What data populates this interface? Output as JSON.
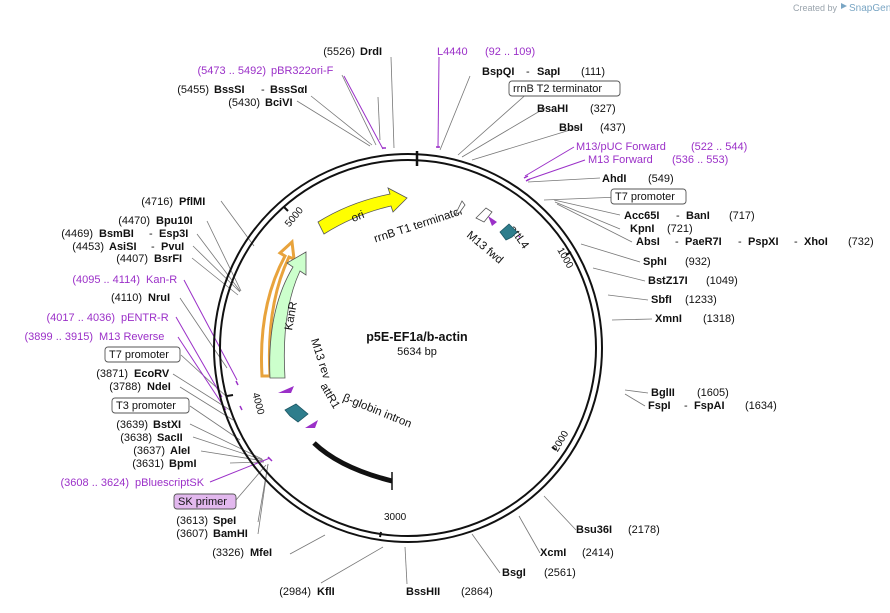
{
  "map": {
    "name": "p5E-EF1a/b-actin",
    "length": "5634 bp"
  },
  "watermark": {
    "created_by": "Created by",
    "brand": "SnapGene"
  },
  "ticks": [
    "1000",
    "2000",
    "3000",
    "4000",
    "5000"
  ],
  "features": {
    "ori": "ori",
    "kanr": "KanR",
    "rrnb_t1": "rrnB T1 terminator",
    "m13_fwd": "M13 fwd",
    "attl4": "attL4",
    "m13_rev": "M13 rev",
    "attr1": "attR1",
    "bglobin": "β-globin intron"
  },
  "labels": {
    "drdi_pos": "(5526)",
    "drdi": "DrdI",
    "l4440": "L4440",
    "l4440_pos": "(92 .. 109)",
    "pbr_pos": "(5473 .. 5492)",
    "pbr": "pBR322ori-F",
    "bspqi": "BspQI",
    "sapi": "SapI",
    "bspqi_sep": "-",
    "bspqi_pos": "(111)",
    "bsssi_pos": "(5455)",
    "bsssi": "BssSI",
    "bsssi_sep": "-",
    "bsssai": "BssSαI",
    "bcivi_pos": "(5430)",
    "bcivi": "BciVI",
    "rrnb_t2": "rrnB T2 terminator",
    "bsahi": "BsaHI",
    "bsahi_pos": "(327)",
    "bbsi": "BbsI",
    "bbsi_pos": "(437)",
    "m13puc": "M13/pUC Forward",
    "m13puc_pos": "(522 .. 544)",
    "m13f": "M13 Forward",
    "m13f_pos": "(536 .. 553)",
    "ahdi": "AhdI",
    "ahdi_pos": "(549)",
    "t7_promoter_a": "T7 promoter",
    "acc65i": "Acc65I",
    "bani": "BanI",
    "acc_sep": "-",
    "acc_pos": "(717)",
    "kpni": "KpnI",
    "kpni_pos": "(721)",
    "absi": "AbsI",
    "paer7i": "PaeR7I",
    "pspxi": "PspXI",
    "xhoi": "XhoI",
    "abs_sep1": "-",
    "abs_sep2": "-",
    "abs_sep3": "-",
    "abs_pos": "(732)",
    "sphi": "SphI",
    "sphi_pos": "(932)",
    "bstz17i": "BstZ17I",
    "bstz17i_pos": "(1049)",
    "sbfi": "SbfI",
    "sbfi_pos": "(1233)",
    "xmni": "XmnI",
    "xmni_pos": "(1318)",
    "bglii": "BglII",
    "bglii_pos": "(1605)",
    "fspi": "FspI",
    "fspai": "FspAI",
    "fsp_sep": "-",
    "fsp_pos": "(1634)",
    "bsu36i": "Bsu36I",
    "bsu36i_pos": "(2178)",
    "xcmi": "XcmI",
    "xcmi_pos": "(2414)",
    "bsgi": "BsgI",
    "bsgi_pos": "(2561)",
    "bsshii": "BssHII",
    "bsshii_pos": "(2864)",
    "kfli_pos": "(2984)",
    "kfli": "KflI",
    "mfei_pos": "(3326)",
    "mfei": "MfeI",
    "bamhi_pos": "(3607)",
    "bamhi": "BamHI",
    "spei_pos": "(3613)",
    "spei": "SpeI",
    "sk_primer": "SK primer",
    "pbsk_pos": "(3608 .. 3624)",
    "pbsk": "pBluescriptSK",
    "bpmi_pos": "(3631)",
    "bpmi": "BpmI",
    "alei_pos": "(3637)",
    "alei": "AleI",
    "sacii_pos": "(3638)",
    "sacii": "SacII",
    "bstxi_pos": "(3639)",
    "bstxi": "BstXI",
    "t3_promoter": "T3 promoter",
    "ndei_pos": "(3788)",
    "ndei": "NdeI",
    "ecorv_pos": "(3871)",
    "ecorv": "EcoRV",
    "t7_promoter_b": "T7 promoter",
    "m13rev_pos": "(3899 .. 3915)",
    "m13rev": "M13 Reverse",
    "pentr_pos": "(4017 .. 4036)",
    "pentr": "pENTR-R",
    "nrui_pos": "(4110)",
    "nrui": "NruI",
    "kanr_pos": "(4095 .. 4114)",
    "kanr_primer": "Kan-R",
    "bsrfi_pos": "(4407)",
    "bsrfi": "BsrFI",
    "asisi_pos": "(4453)",
    "asisi": "AsiSI",
    "asisi_sep": "-",
    "pvui": "PvuI",
    "bsmbi_pos": "(4469)",
    "bsmbi": "BsmBI",
    "bsmbi_sep": "-",
    "esp3i": "Esp3I",
    "bpu10i_pos": "(4470)",
    "bpu10i": "Bpu10I",
    "pflmi_pos": "(4716)",
    "pflmi": "PflMI"
  },
  "colors": {
    "ori": "#ffff00",
    "kanr": "#ccffcc",
    "kanr_outline": "#e8a33c",
    "attl4": "#2e7d8c",
    "attr1": "#2e7d8c",
    "primer": "#9b30c8",
    "sk_primer_box": "#e2b8ee"
  }
}
